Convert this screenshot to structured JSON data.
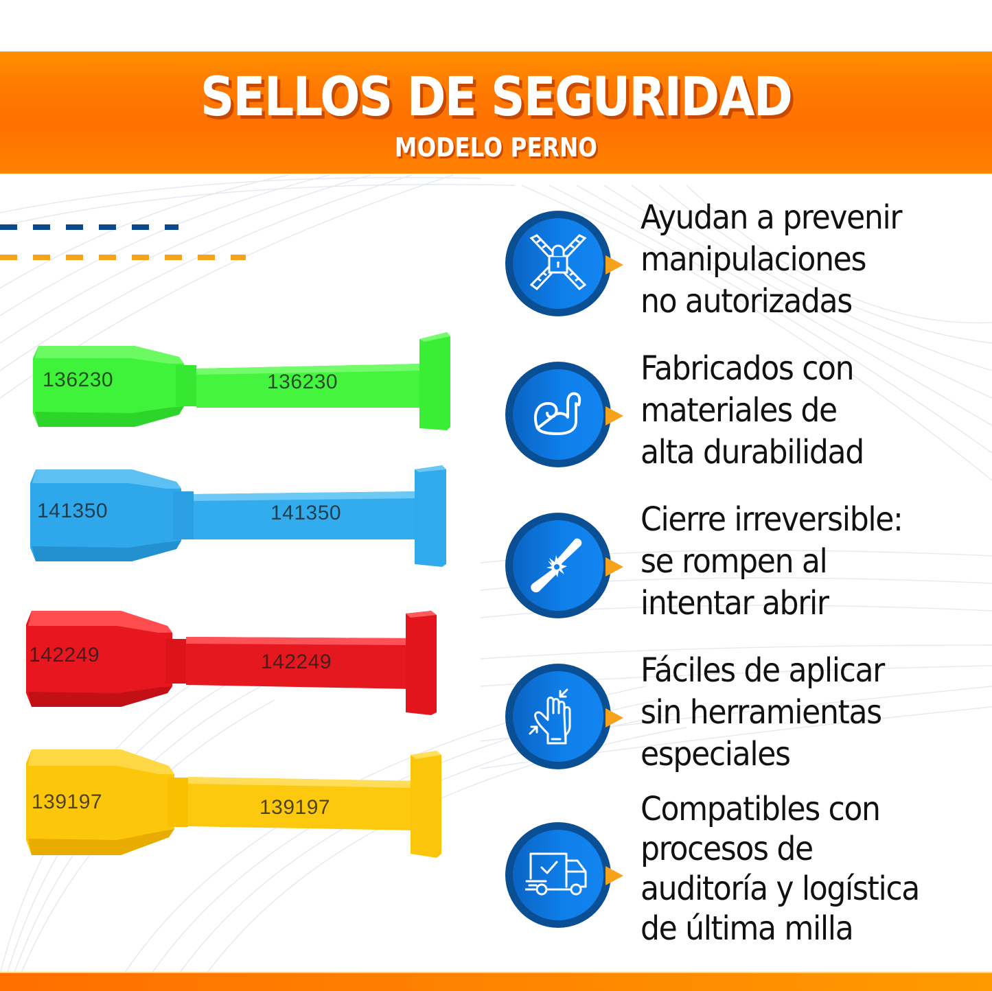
{
  "header": {
    "title": "SELLOS DE SEGURIDAD",
    "subtitle": "MODELO PERNO"
  },
  "colors": {
    "brand_orange": "#ff7a00",
    "accent_orange": "#f7a21b",
    "brand_blue": "#0a4e94",
    "icon_blue": "#0f7fea",
    "text": "#111111"
  },
  "seals": [
    {
      "color_name": "green",
      "color": "#3ff23a",
      "number": "136230"
    },
    {
      "color_name": "blue",
      "color": "#2ea8ea",
      "number": "141350"
    },
    {
      "color_name": "red",
      "color": "#e8161e",
      "number": "142249"
    },
    {
      "color_name": "yellow",
      "color": "#fcc60a",
      "number": "139197"
    }
  ],
  "features": [
    {
      "icon": "tamper-lock-icon",
      "lines": [
        "Ayudan a prevenir",
        "manipulaciones",
        "no autorizadas"
      ]
    },
    {
      "icon": "flexed-arm-icon",
      "lines": [
        "Fabricados con",
        "materiales de",
        "alta durabilidad"
      ]
    },
    {
      "icon": "broken-seal-icon",
      "lines": [
        "Cierre irreversible:",
        "se rompen al",
        "intentar abrir"
      ]
    },
    {
      "icon": "hand-pinch-icon",
      "lines": [
        "Fáciles de aplicar",
        "sin herramientas",
        "especiales"
      ]
    },
    {
      "icon": "delivery-truck-check-icon",
      "lines": [
        "Compatibles con",
        "procesos de",
        "auditoría y logística",
        "de última milla"
      ]
    }
  ]
}
